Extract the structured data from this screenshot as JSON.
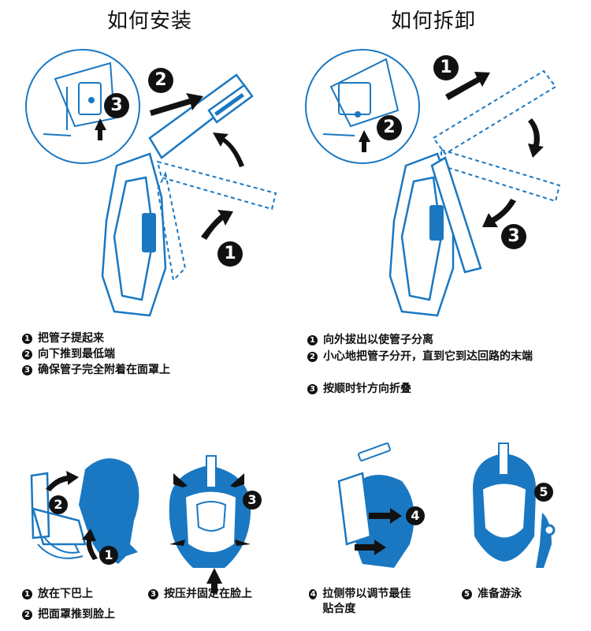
{
  "install": {
    "title": "如何安装",
    "steps": [
      {
        "num": "1",
        "text": "把管子提起来"
      },
      {
        "num": "2",
        "text": "向下推到最低端"
      },
      {
        "num": "3",
        "text": "确保管子完全附着在面罩上"
      }
    ]
  },
  "remove": {
    "title": "如何拆卸",
    "steps": [
      {
        "num": "1",
        "text": "向外拔出以使管子分离"
      },
      {
        "num": "2",
        "text": "小心地把管子分开，直到它到达回路的末端"
      },
      {
        "num": "3",
        "text": "按顺时针方向折叠"
      }
    ]
  },
  "wear": {
    "steps": [
      {
        "num": "1",
        "text": "放在下巴上"
      },
      {
        "num": "2",
        "text": "把面罩推到脸上"
      },
      {
        "num": "3",
        "text": "按压并固定在脸上"
      },
      {
        "num": "4",
        "text": "拉侧带以调节最佳贴合度"
      },
      {
        "num": "5",
        "text": "准备游泳"
      }
    ]
  },
  "badges": {
    "install_1": "1",
    "install_2": "2",
    "install_3": "3",
    "remove_1": "1",
    "remove_2": "2",
    "remove_3": "3",
    "wear_1": "1",
    "wear_2": "2",
    "wear_3": "3",
    "wear_4": "4",
    "wear_5": "5"
  },
  "colors": {
    "accent": "#1a78c2",
    "ink": "#111111"
  }
}
